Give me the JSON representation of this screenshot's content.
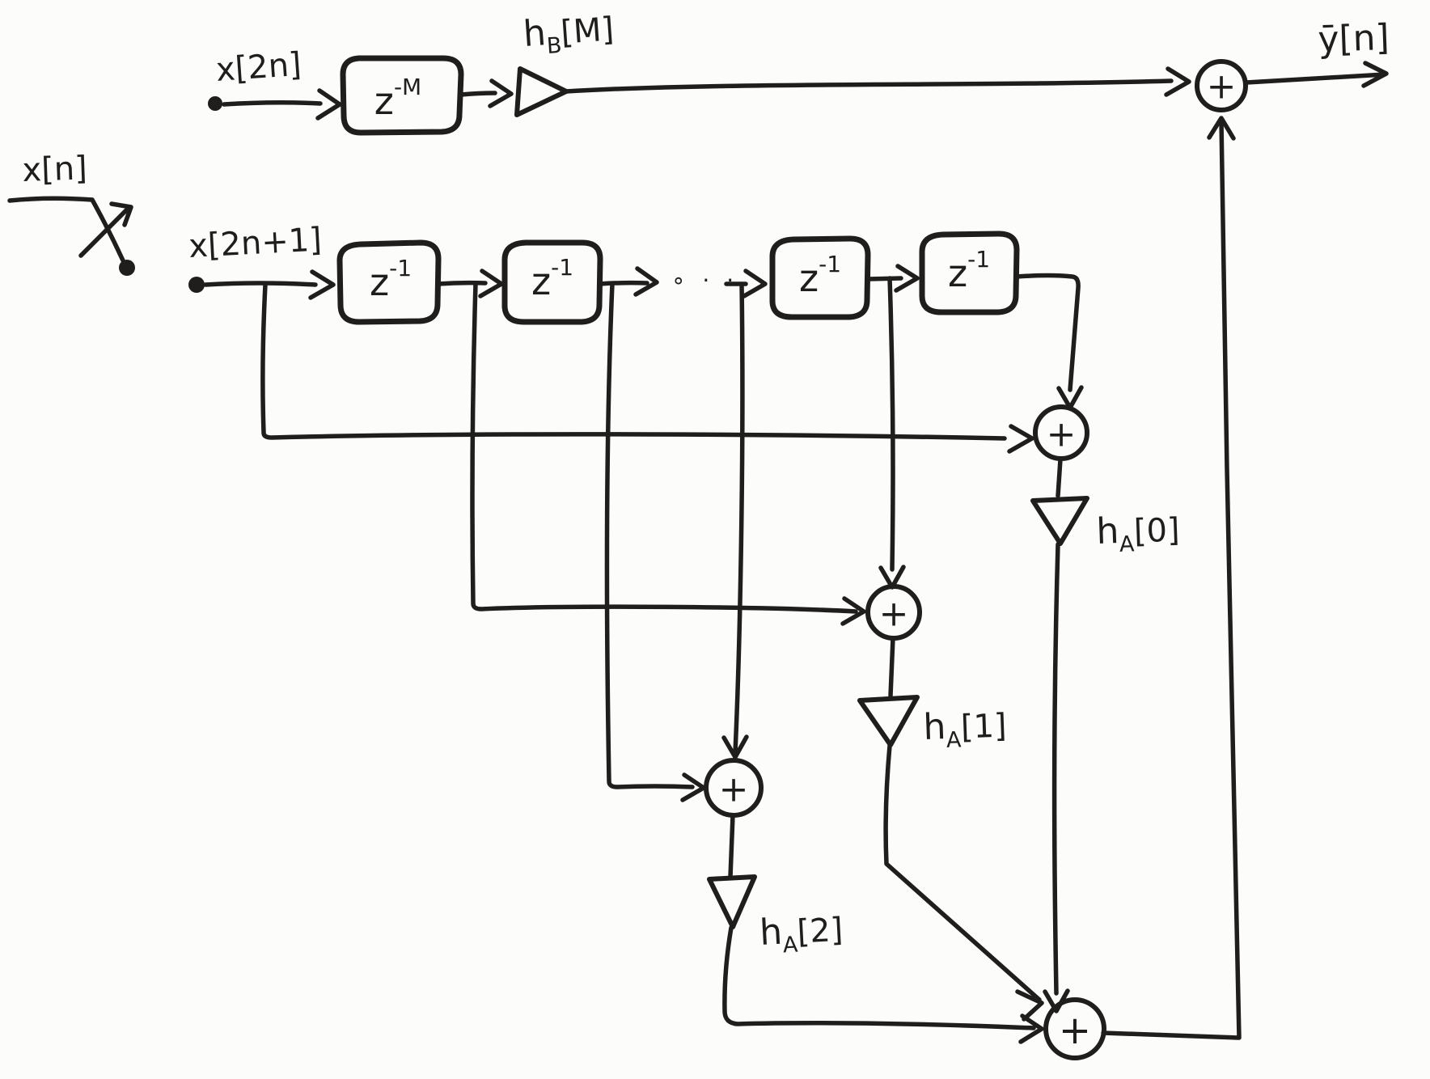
{
  "colors": {
    "ink": "#1f1e1c",
    "paper": "#fcfcfa"
  },
  "labels": {
    "input_full": "x[n]",
    "input_even": "x[2n]",
    "input_odd": "x[2n+1]",
    "output": "ȳ[n]",
    "plus": "+",
    "ellipsis": "∘ · ·"
  },
  "blocks": {
    "delay_M": {
      "base": "z",
      "exp": "-M"
    },
    "delay_1": {
      "base": "z",
      "exp": "-1"
    }
  },
  "gains": {
    "hB": {
      "base": "h",
      "sub": "B",
      "idx": "[M]"
    },
    "hA0": {
      "base": "h",
      "sub": "A",
      "idx": "[0]"
    },
    "hA1": {
      "base": "h",
      "sub": "A",
      "idx": "[1]"
    },
    "hA2": {
      "base": "h",
      "sub": "A",
      "idx": "[2]"
    }
  }
}
